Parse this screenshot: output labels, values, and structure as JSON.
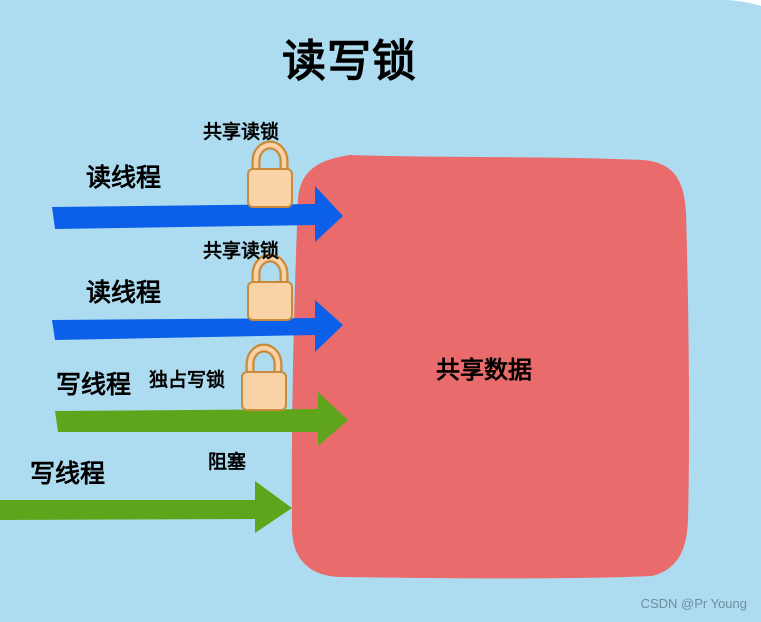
{
  "title": "读写锁",
  "shared_data_label": "共享数据",
  "threads": [
    {
      "label": "读线程",
      "kind": "read"
    },
    {
      "label": "读线程",
      "kind": "read"
    },
    {
      "label": "写线程",
      "kind": "write"
    },
    {
      "label": "写线程",
      "kind": "write"
    }
  ],
  "lock_labels": [
    "共享读锁",
    "共享读锁",
    "独占写锁"
  ],
  "blocked_label": "阻塞",
  "watermark": "CSDN @Pr Young",
  "colors": {
    "background": "#addbef",
    "shared_data_box": "#e96b6b",
    "read_arrow": "#0b5fe8",
    "write_arrow": "#5fa51c",
    "lock_body": "#f9d3a5",
    "lock_outline": "#c98a3c"
  },
  "icons": [
    "padlock-icon"
  ]
}
